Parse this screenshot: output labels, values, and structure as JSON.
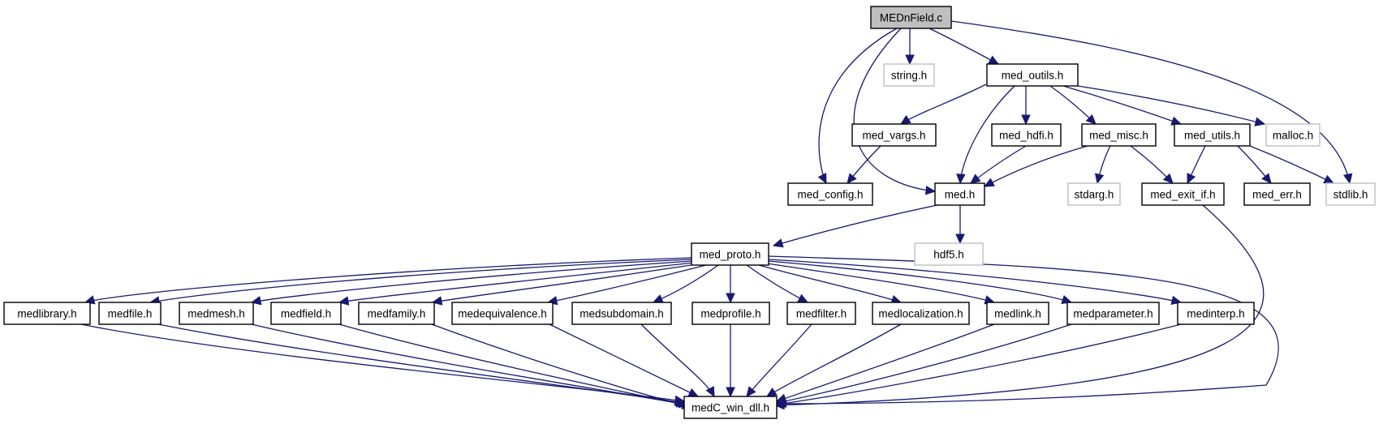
{
  "graph": {
    "edge_color": "#191970",
    "root": "MEDnField.c",
    "nodes": [
      {
        "id": "MEDnField.c",
        "label": "MEDnField.c",
        "kind": "root"
      },
      {
        "id": "string.h",
        "label": "string.h",
        "kind": "external"
      },
      {
        "id": "med_outils.h",
        "label": "med_outils.h",
        "kind": "normal"
      },
      {
        "id": "med_config.h",
        "label": "med_config.h",
        "kind": "normal"
      },
      {
        "id": "med.h",
        "label": "med.h",
        "kind": "normal"
      },
      {
        "id": "stdlib.h",
        "label": "stdlib.h",
        "kind": "external"
      },
      {
        "id": "med_vargs.h",
        "label": "med_vargs.h",
        "kind": "normal"
      },
      {
        "id": "med_hdfi.h",
        "label": "med_hdfi.h",
        "kind": "normal"
      },
      {
        "id": "med_misc.h",
        "label": "med_misc.h",
        "kind": "normal"
      },
      {
        "id": "med_utils.h",
        "label": "med_utils.h",
        "kind": "normal"
      },
      {
        "id": "malloc.h",
        "label": "malloc.h",
        "kind": "external"
      },
      {
        "id": "stdarg.h",
        "label": "stdarg.h",
        "kind": "external"
      },
      {
        "id": "med_exit_if.h",
        "label": "med_exit_if.h",
        "kind": "normal"
      },
      {
        "id": "med_err.h",
        "label": "med_err.h",
        "kind": "normal"
      },
      {
        "id": "hdf5.h",
        "label": "hdf5.h",
        "kind": "external"
      },
      {
        "id": "med_proto.h",
        "label": "med_proto.h",
        "kind": "normal"
      },
      {
        "id": "medlibrary.h",
        "label": "medlibrary.h",
        "kind": "normal"
      },
      {
        "id": "medfile.h",
        "label": "medfile.h",
        "kind": "normal"
      },
      {
        "id": "medmesh.h",
        "label": "medmesh.h",
        "kind": "normal"
      },
      {
        "id": "medfield.h",
        "label": "medfield.h",
        "kind": "normal"
      },
      {
        "id": "medfamily.h",
        "label": "medfamily.h",
        "kind": "normal"
      },
      {
        "id": "medequivalence.h",
        "label": "medequivalence.h",
        "kind": "normal"
      },
      {
        "id": "medsubdomain.h",
        "label": "medsubdomain.h",
        "kind": "normal"
      },
      {
        "id": "medprofile.h",
        "label": "medprofile.h",
        "kind": "normal"
      },
      {
        "id": "medfilter.h",
        "label": "medfilter.h",
        "kind": "normal"
      },
      {
        "id": "medlocalization.h",
        "label": "medlocalization.h",
        "kind": "normal"
      },
      {
        "id": "medlink.h",
        "label": "medlink.h",
        "kind": "normal"
      },
      {
        "id": "medparameter.h",
        "label": "medparameter.h",
        "kind": "normal"
      },
      {
        "id": "medinterp.h",
        "label": "medinterp.h",
        "kind": "normal"
      },
      {
        "id": "medC_win_dll.h",
        "label": "medC_win_dll.h",
        "kind": "normal"
      }
    ],
    "edges": [
      {
        "from": "MEDnField.c",
        "to": "string.h"
      },
      {
        "from": "MEDnField.c",
        "to": "med_outils.h"
      },
      {
        "from": "MEDnField.c",
        "to": "med_config.h"
      },
      {
        "from": "MEDnField.c",
        "to": "med.h"
      },
      {
        "from": "MEDnField.c",
        "to": "stdlib.h"
      },
      {
        "from": "med_outils.h",
        "to": "med_vargs.h"
      },
      {
        "from": "med_outils.h",
        "to": "med_hdfi.h"
      },
      {
        "from": "med_outils.h",
        "to": "med_misc.h"
      },
      {
        "from": "med_outils.h",
        "to": "med_utils.h"
      },
      {
        "from": "med_outils.h",
        "to": "malloc.h"
      },
      {
        "from": "med_outils.h",
        "to": "med.h"
      },
      {
        "from": "med_vargs.h",
        "to": "med_config.h"
      },
      {
        "from": "med_hdfi.h",
        "to": "med.h"
      },
      {
        "from": "med_misc.h",
        "to": "med.h"
      },
      {
        "from": "med_misc.h",
        "to": "stdarg.h"
      },
      {
        "from": "med_misc.h",
        "to": "med_exit_if.h"
      },
      {
        "from": "med_utils.h",
        "to": "med_exit_if.h"
      },
      {
        "from": "med_utils.h",
        "to": "med_err.h"
      },
      {
        "from": "med_utils.h",
        "to": "stdlib.h"
      },
      {
        "from": "med.h",
        "to": "hdf5.h"
      },
      {
        "from": "med.h",
        "to": "med_proto.h"
      },
      {
        "from": "med_exit_if.h",
        "to": "medC_win_dll.h"
      },
      {
        "from": "med_proto.h",
        "to": "medlibrary.h"
      },
      {
        "from": "med_proto.h",
        "to": "medfile.h"
      },
      {
        "from": "med_proto.h",
        "to": "medmesh.h"
      },
      {
        "from": "med_proto.h",
        "to": "medfield.h"
      },
      {
        "from": "med_proto.h",
        "to": "medfamily.h"
      },
      {
        "from": "med_proto.h",
        "to": "medequivalence.h"
      },
      {
        "from": "med_proto.h",
        "to": "medsubdomain.h"
      },
      {
        "from": "med_proto.h",
        "to": "medprofile.h"
      },
      {
        "from": "med_proto.h",
        "to": "medfilter.h"
      },
      {
        "from": "med_proto.h",
        "to": "medlocalization.h"
      },
      {
        "from": "med_proto.h",
        "to": "medlink.h"
      },
      {
        "from": "med_proto.h",
        "to": "medparameter.h"
      },
      {
        "from": "med_proto.h",
        "to": "medinterp.h"
      },
      {
        "from": "med_proto.h",
        "to": "medC_win_dll.h"
      },
      {
        "from": "medlibrary.h",
        "to": "medC_win_dll.h"
      },
      {
        "from": "medfile.h",
        "to": "medC_win_dll.h"
      },
      {
        "from": "medmesh.h",
        "to": "medC_win_dll.h"
      },
      {
        "from": "medfield.h",
        "to": "medC_win_dll.h"
      },
      {
        "from": "medfamily.h",
        "to": "medC_win_dll.h"
      },
      {
        "from": "medequivalence.h",
        "to": "medC_win_dll.h"
      },
      {
        "from": "medsubdomain.h",
        "to": "medC_win_dll.h"
      },
      {
        "from": "medprofile.h",
        "to": "medC_win_dll.h"
      },
      {
        "from": "medfilter.h",
        "to": "medC_win_dll.h"
      },
      {
        "from": "medlocalization.h",
        "to": "medC_win_dll.h"
      },
      {
        "from": "medlink.h",
        "to": "medC_win_dll.h"
      },
      {
        "from": "medparameter.h",
        "to": "medC_win_dll.h"
      },
      {
        "from": "medinterp.h",
        "to": "medC_win_dll.h"
      }
    ]
  }
}
